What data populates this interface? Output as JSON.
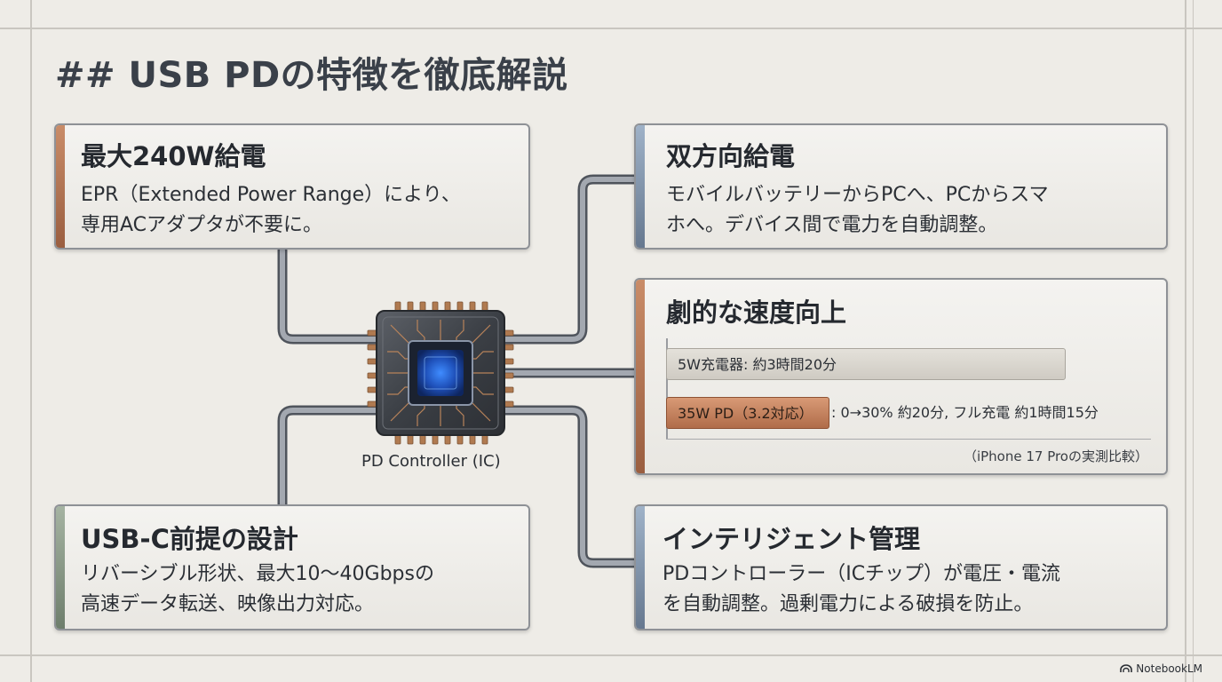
{
  "title": "## USB PDの特徴を徹底解説",
  "chip": {
    "label": "PD Controller (IC)"
  },
  "cards": {
    "power": {
      "title": "最大240W給電",
      "lines": [
        "EPR（Extended Power Range）により、",
        "専用ACアダプタが不要に。"
      ],
      "accent": "#b47454"
    },
    "bidirectional": {
      "title": "双方向給電",
      "lines": [
        "モバイルバッテリーからPCへ、PCからスマ",
        "ホへ。デバイス間で電力を自動調整。"
      ],
      "accent": "#7e93ac"
    },
    "speed": {
      "title": "劇的な速度向上",
      "accent": "#b47454",
      "bar_5w": "5W充電器: 約3時間20分",
      "bar_35w": "35W PD（3.2対応）",
      "bar_35w_detail": ": 0→30% 約20分, フル充電 約1時間15分",
      "note": "（iPhone 17 Proの実測比較）"
    },
    "usbc": {
      "title": "USB-C前提の設計",
      "lines": [
        "リバーシブル形状、最大10〜40Gbpsの",
        "高速データ転送、映像出力対応。"
      ],
      "accent": "#8a9a88"
    },
    "intelligent": {
      "title": "インテリジェント管理",
      "lines": [
        "PDコントローラー（ICチップ）が電圧・電流",
        "を自動調整。過剰電力による破損を防止。"
      ],
      "accent": "#7e93ac"
    }
  },
  "brand": {
    "name": "NotebookLM"
  },
  "icons": {
    "chip": "microchip-icon",
    "brand": "notebooklm-logo-icon"
  }
}
